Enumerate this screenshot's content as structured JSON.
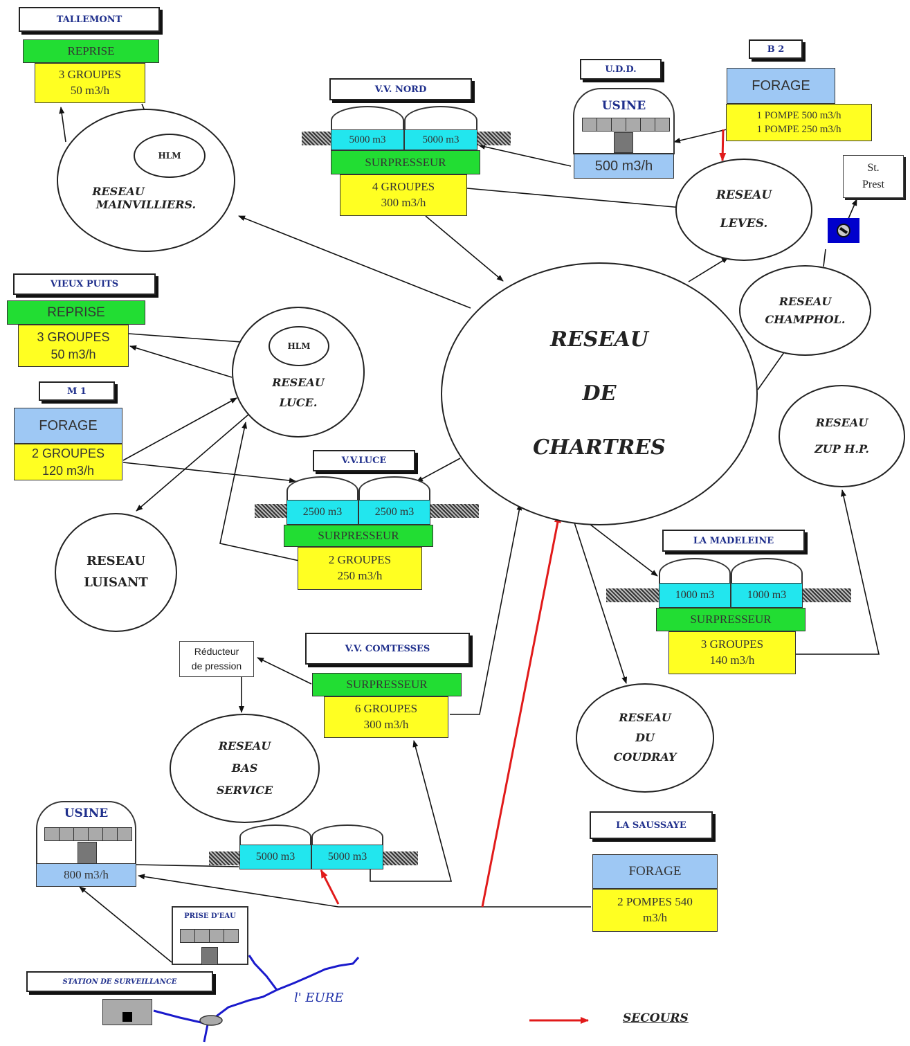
{
  "tallemont": {
    "title": "TALLEMONT",
    "reprise": "REPRISE",
    "line1": "3 GROUPES",
    "line2": "50 m3/h"
  },
  "vvnord": {
    "title": "V.V. NORD",
    "tank1": "5000 m3",
    "tank2": "5000 m3",
    "surpresseur": "SURPRESSEUR",
    "line1": "4 GROUPES",
    "line2": "300 m3/h"
  },
  "udd": {
    "title": "U.D.D.",
    "usine": "USINE",
    "rate": "500 m3/h"
  },
  "b2": {
    "title": "B 2",
    "forage": "FORAGE",
    "line1": "1 POMPE 500 m3/h",
    "line2": "1 POMPE 250 m3/h"
  },
  "stprest": {
    "line1": "St.",
    "line2": "Prest"
  },
  "vieuxpuits": {
    "title": "VIEUX PUITS",
    "reprise": "REPRISE",
    "line1": "3 GROUPES",
    "line2": "50 m3/h"
  },
  "m1": {
    "title": "M 1",
    "forage": "FORAGE",
    "line1": "2 GROUPES",
    "line2": "120 m3/h"
  },
  "vvluce": {
    "title": "V.V.LUCE",
    "tank1": "2500 m3",
    "tank2": "2500 m3",
    "surpresseur": "SURPRESSEUR",
    "line1": "2 GROUPES",
    "line2": "250 m3/h"
  },
  "madeleine": {
    "title": "LA MADELEINE",
    "tank1": "1000 m3",
    "tank2": "1000 m3",
    "surpresseur": "SURPRESSEUR",
    "line1": "3 GROUPES",
    "line2": "140 m3/h"
  },
  "comtesses": {
    "title": "V.V. COMTESSES",
    "surpresseur": "SURPRESSEUR",
    "line1": "6 GROUPES",
    "line2": "300 m3/h"
  },
  "reducteur": {
    "line1": "Réducteur",
    "line2": "de pression"
  },
  "usine2": {
    "usine": "USINE",
    "rate": "800 m3/h"
  },
  "bottomtanks": {
    "tank1": "5000 m3",
    "tank2": "5000 m3"
  },
  "saussaye": {
    "title": "LA SAUSSAYE",
    "forage": "FORAGE",
    "line1": "2 POMPES 540",
    "line2": "m3/h"
  },
  "prise": {
    "title": "PRISE D'EAU"
  },
  "station": {
    "title": "STATION DE SURVEILLANCE"
  },
  "river": {
    "label": "l' EURE"
  },
  "legend": {
    "label": "SECOURS",
    "color": "#e11a1a"
  },
  "networks": {
    "mainvilliers": {
      "line1": "RESEAU",
      "line2": "MAINVILLIERS."
    },
    "hlm1": "HLM",
    "hlm2": "HLM",
    "leves": {
      "line1": "RESEAU",
      "line2": "LEVES."
    },
    "champhol": {
      "line1": "RESEAU",
      "line2": "CHAMPHOL."
    },
    "chartres": {
      "line1": "RESEAU",
      "line2": "DE",
      "line3": "CHARTRES"
    },
    "luce": {
      "line1": "RESEAU",
      "line2": "LUCE."
    },
    "zup": {
      "line1": "RESEAU",
      "line2": "ZUP H.P."
    },
    "luisant": {
      "line1": "RESEAU",
      "line2": "LUISANT"
    },
    "coudray": {
      "line1": "RESEAU",
      "line2": "DU",
      "line3": "COUDRAY"
    },
    "basservice": {
      "line1": "RESEAU",
      "line2": "BAS",
      "line3": "SERVICE"
    }
  }
}
